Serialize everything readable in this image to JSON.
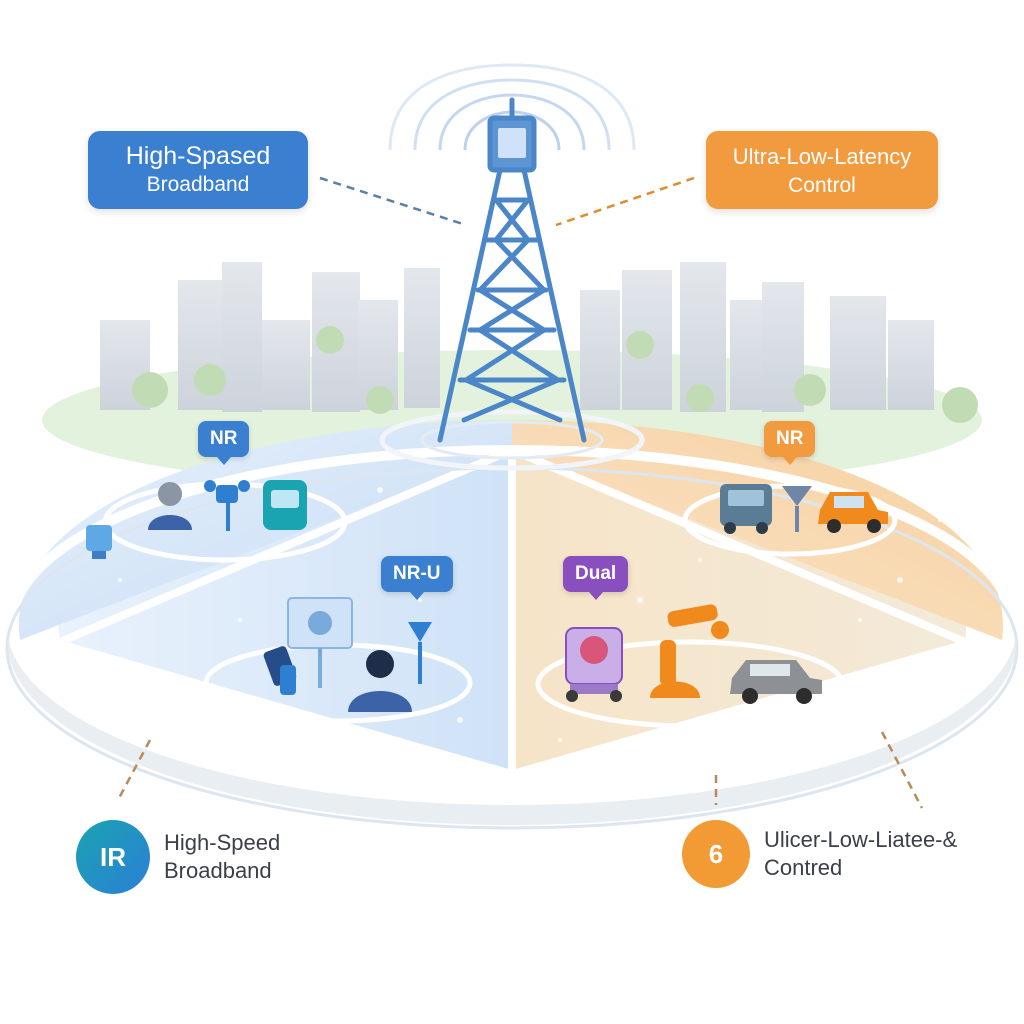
{
  "callouts": {
    "left": {
      "line1": "High-Spased",
      "line2": "Broadband",
      "color": "#3a7fd0"
    },
    "right": {
      "line1": "Ultra-Low-Latency",
      "line2": "Control",
      "color": "#f19a3e"
    }
  },
  "chips": {
    "nr_left": "NR",
    "nru": "NR-U",
    "nr_right": "NR",
    "dual": "Dual"
  },
  "legend": {
    "left": {
      "badge": "IR",
      "line1": "High-Speed",
      "line2": "Broadband"
    },
    "right": {
      "badge": "6",
      "line1": "Ulicer-Low-Liatee-&",
      "line2": "Contred"
    }
  },
  "colors": {
    "blue_zone": "#cfe2f7",
    "orange_zone": "#f9dcb8",
    "tower": "#4a86c8"
  },
  "icons": [
    "cell-tower-icon",
    "person-icon",
    "robot-icon",
    "car-icon",
    "robot-arm-icon",
    "drone-icon",
    "tablet-icon"
  ]
}
